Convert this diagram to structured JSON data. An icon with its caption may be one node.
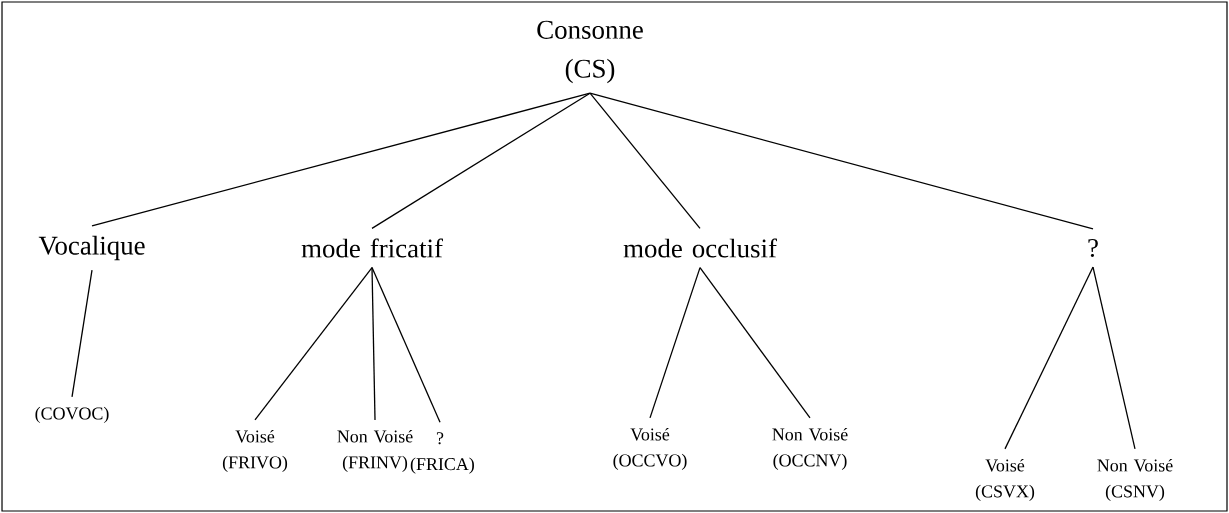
{
  "diagram": {
    "nodes": [
      {
        "text": [
          "Consonne (CS)"
        ]
      },
      {
        "text": [
          "Vocalique"
        ]
      },
      {
        "text": [
          "mode fricatif"
        ]
      },
      {
        "text": [
          "mode occlusif"
        ]
      },
      {
        "text": [
          "?"
        ]
      },
      {
        "text": [
          "(COVOC)"
        ]
      },
      {
        "text": [
          "Voisé (FRIVO)"
        ]
      },
      {
        "text": [
          "Non Voisé (FRINV)"
        ]
      },
      {
        "text": [
          "? (FRICA)"
        ]
      },
      {
        "text": [
          "Voisé (OCCVO)"
        ]
      },
      {
        "text": [
          "Non Voisé (OCCNV)"
        ]
      },
      {
        "text": [
          "Voisé (CSVX)"
        ]
      },
      {
        "text": [
          "Non Voisé (CSNV)"
        ]
      }
    ],
    "edges": [
      {
        "from": 0,
        "to": 1,
        "arrow": "none"
      },
      {
        "from": 0,
        "to": 2,
        "arrow": "none"
      },
      {
        "from": 0,
        "to": 3,
        "arrow": "none"
      },
      {
        "from": 0,
        "to": 4,
        "arrow": "none"
      },
      {
        "from": 1,
        "to": 5,
        "arrow": "none"
      },
      {
        "from": 2,
        "to": 6,
        "arrow": "none"
      },
      {
        "from": 2,
        "to": 7,
        "arrow": "none"
      },
      {
        "from": 2,
        "to": 8,
        "arrow": "none"
      },
      {
        "from": 3,
        "to": 9,
        "arrow": "none"
      },
      {
        "from": 3,
        "to": 10,
        "arrow": "none"
      },
      {
        "from": 4,
        "to": 11,
        "arrow": "none"
      },
      {
        "from": 4,
        "to": 12,
        "arrow": "none"
      }
    ]
  }
}
